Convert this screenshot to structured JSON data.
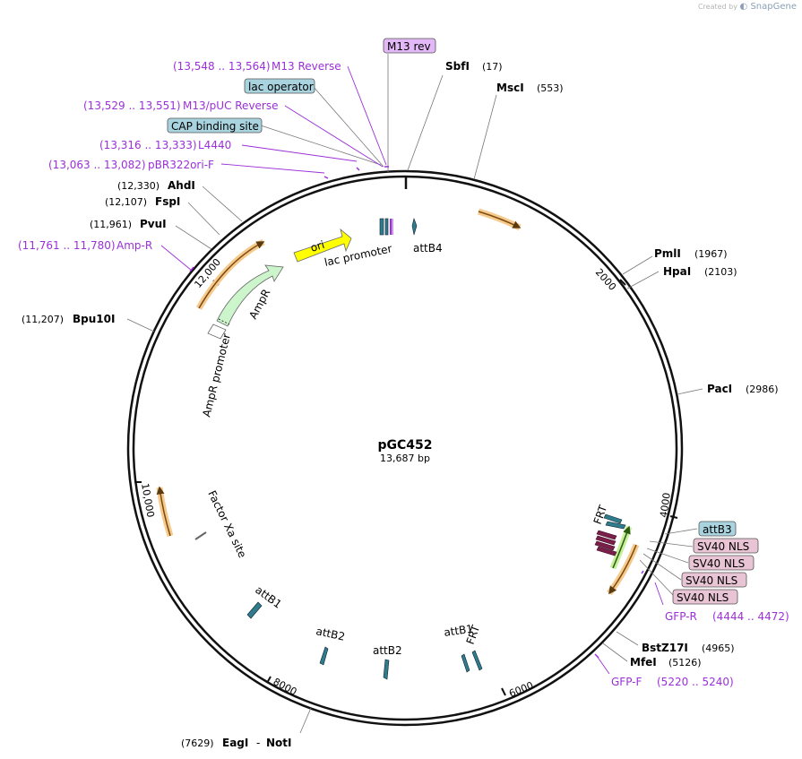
{
  "credit": {
    "created_by": "Created by",
    "brand": "SnapGene"
  },
  "plasmid": {
    "name": "pGC452",
    "length_label": "13,687 bp",
    "length": 13687
  },
  "colors": {
    "backbone": "#111111",
    "primer": "#9b30d9",
    "leader": "#777777",
    "ori": "#ffff00",
    "ampr": "#ccf5cc",
    "att": "#2f7d8c",
    "orf": "#f0a030",
    "gfp": "#8fd14f",
    "nls": "#b3386e"
  },
  "ticks": [
    {
      "bp": 2000,
      "label": "2000"
    },
    {
      "bp": 4000,
      "label": "4000"
    },
    {
      "bp": 6000,
      "label": "6000"
    },
    {
      "bp": 8000,
      "label": "8000"
    },
    {
      "bp": 10000,
      "label": "10,000"
    },
    {
      "bp": 12000,
      "label": "12,000"
    }
  ],
  "sites": [
    {
      "name": "SbfI",
      "pos": "(17)",
      "bp": 17
    },
    {
      "name": "MscI",
      "pos": "(553)",
      "bp": 553
    },
    {
      "name": "PmlI",
      "pos": "(1967)",
      "bp": 1967
    },
    {
      "name": "HpaI",
      "pos": "(2103)",
      "bp": 2103
    },
    {
      "name": "PacI",
      "pos": "(2986)",
      "bp": 2986
    },
    {
      "name": "BstZ17I",
      "pos": "(4965)",
      "bp": 4965
    },
    {
      "name": "MfeI",
      "pos": "(5126)",
      "bp": 5126
    },
    {
      "name": "EagI",
      "name2": "NotI",
      "pos": "(7629)",
      "bp": 7629
    },
    {
      "name": "Bpu10I",
      "pos": "(11,207)",
      "bp": 11207
    },
    {
      "name": "PvuI",
      "pos": "(11,961)",
      "bp": 11961
    },
    {
      "name": "FspI",
      "pos": "(12,107)",
      "bp": 12107
    },
    {
      "name": "AhdI",
      "pos": "(12,330)",
      "bp": 12330
    }
  ],
  "primers": [
    {
      "name": "M13 Reverse",
      "pos": "(13,548 .. 13,564)"
    },
    {
      "name": "M13/pUC Reverse",
      "pos": "(13,529 .. 13,551)"
    },
    {
      "name": "L4440",
      "pos": "(13,316 .. 13,333)"
    },
    {
      "name": "pBR322ori-F",
      "pos": "(13,063 .. 13,082)"
    },
    {
      "name": "Amp-R",
      "pos": "(11,761 .. 11,780)"
    },
    {
      "name": "GFP-R",
      "pos": "(4444 .. 4472)"
    },
    {
      "name": "GFP-F",
      "pos": "(5220 .. 5240)"
    }
  ],
  "boxed": {
    "m13rev": "M13 rev",
    "lac_operator": "lac operator",
    "cap_site": "CAP binding site",
    "attB3": "attB3",
    "sv40": [
      "SV40 NLS",
      "SV40 NLS",
      "SV40 NLS",
      "SV40 NLS"
    ]
  },
  "features": {
    "ori": "ori",
    "lac_promoter": "lac promoter",
    "attB4": "attB4",
    "ampr": "AmpR",
    "ampr_promoter": "AmpR promoter",
    "factor_xa": "Factor Xa site",
    "frt_right": "FRT",
    "attB1_left": "attB1",
    "attB2_a": "attB2",
    "attB2_b": "attB2",
    "attB1_b": "attB1",
    "frt_bottom": "FRT"
  }
}
